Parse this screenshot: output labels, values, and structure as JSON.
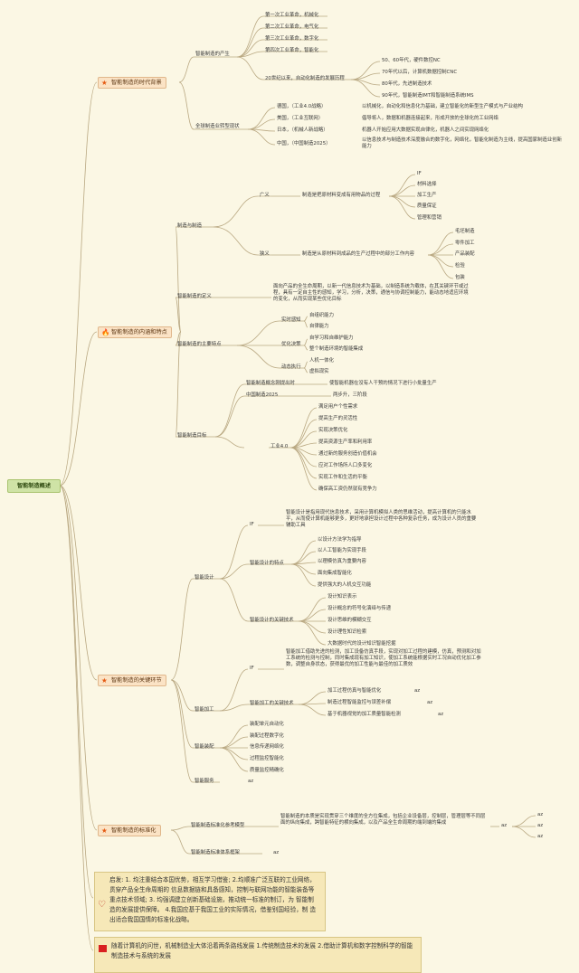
{
  "root": "智能制造概述",
  "s1": {
    "title": "智能制造的时代背景",
    "a": {
      "label": "智能制造的产生",
      "items": [
        "第一次工业革命，机械化",
        "第二次工业革命，电气化",
        "第三次工业革命，数字化",
        "第四次工业革命，智能化"
      ],
      "era": {
        "label": "20世纪以来，自动化制造的发展历程",
        "items": [
          "50、60年代，硬件数控NC",
          "70年代以后，计算机数据控制CNC",
          "80年代，先进制造技术",
          "90年代，智能制造IMT和智能制造系统IMS"
        ]
      }
    },
    "b": {
      "label": "全球制造业转型现状",
      "rows": [
        {
          "c": "德国，（工业4.0战略）",
          "d": "以机械化，自动化和信息化为基础，建立智能化的新型生产模式与产业结构"
        },
        {
          "c": "美国，（工业互联网）",
          "d": "倡导将人，数据和机器连接起来，形成开放的全球化的工业网络"
        },
        {
          "c": "日本，（机械人新战略）",
          "d": "机器人开始应用大数据实现自律化，机器人之间实现网络化"
        },
        {
          "c": "中国，（中国制造2025）",
          "d": "以信息技术与制造技术深度融合的数字化，网络化，智能化制造为主线，提高国家制造业创新能力"
        }
      ]
    }
  },
  "s2": {
    "title": "智能制造的内涵和特点",
    "a": {
      "label": "制造与制造",
      "broad": {
        "label": "广义",
        "desc": "制造是把原材料变成有用物品的过程",
        "items": [
          "IF",
          "材料选择",
          "加工生产",
          "质量保证",
          "管理和营销"
        ]
      },
      "narrow": {
        "label": "狭义",
        "desc": "制造是从原材料到成品的生产过程中的部分工作内容",
        "items": [
          "毛坯制造",
          "零件加工",
          "产品装配",
          "检验",
          "包装"
        ]
      }
    },
    "b": {
      "label": "智能制造的定义",
      "desc": "面向产品的全生命周期，以新一代信息技术为基础，以制造系统为载体，在其关键环节或过程，具有一定自主性的感知，学习，分析，决策，通信与协调控制能力，能动态地适应环境的变化，从而实现某些优化目标"
    },
    "c": {
      "label": "智能制造的主要特点",
      "groups": [
        {
          "label": "实时感知",
          "items": [
            "自组织能力",
            "自律能力"
          ]
        },
        {
          "label": "优化决策",
          "items": [
            "自学习和自维护能力",
            "整个制造环境的智能集成"
          ]
        },
        {
          "label": "动态执行",
          "items": [
            "人机一体化",
            "虚拟现实"
          ]
        }
      ]
    },
    "d": {
      "label": "智能制造目标",
      "r1": {
        "label": "智能制造概念刚提出时",
        "desc": "使智能机器在没有人干预的情况下进行小批量生产"
      },
      "r2": {
        "label": "中国制造2025",
        "desc": "两步升，三阶段"
      },
      "r3": {
        "label": "工业4.0",
        "items": [
          "满足用户个性需求",
          "提高生产的灵活性",
          "实现决策优化",
          "提高资源生产率和利用率",
          "通过新的服务创造价值机会",
          "应对工作场所人口多变化",
          "实现工作和生活的平衡",
          "确保高工资仍然就有竞争力"
        ]
      }
    }
  },
  "s3": {
    "title": "智能制造的关键环节",
    "a": {
      "label": "智能设计",
      "if_label": "IF",
      "if_desc": "智能设计是指用现代信息技术，采用计算机模拟人类的思维活动，提高计算机的只能水平，从而使计算机能够更多，更好地承担设计过程中各种复杂任务，成为设计人员的重要辅助工具",
      "f": {
        "label": "智能设计的特点",
        "items": [
          "以设计方法学为指导",
          "以人工智能为实现手段",
          "以理模仿真为重要内容",
          "面向集成智能化",
          "提供强大的人机交互功能"
        ]
      },
      "k": {
        "label": "智能设计的关键技术",
        "items": [
          "设计知识表示",
          "设计概念的符号化演绎与传递",
          "设计思维的模糊交互",
          "设计理性知识检索",
          "大数据时代的设计知识智能挖掘"
        ]
      }
    },
    "b": {
      "label": "智能加工",
      "if_label": "IF",
      "if_desc": "智能加工借助先进的检测，加工设备仿真手段，实现对加工过程的建模，仿真，预测和对加工系统的检测与控制，同时集成现有加工知识，使加工系统能根据实时工况自动优化加工参数，调整自身状态，获得最优的加工性能与最佳的加工质效",
      "k": {
        "label": "智能加工的关键技术",
        "items": [
          "加工过程仿真与智能优化",
          "制造过程智能监控与误差补偿",
          "基于机器视觉的加工质量智能检测"
        ],
        "tags": [
          "az",
          "az",
          "az"
        ]
      }
    },
    "c": {
      "label": "智能装配",
      "items": [
        "装配单元自动化",
        "装配过程数字化",
        "信息传递网络化",
        "过程监控智能化",
        "质量监控精确化"
      ]
    },
    "d": {
      "label": "智能服务",
      "tag": "az"
    }
  },
  "s4": {
    "title": "智能制造的标准化",
    "a": {
      "label": "智能制造标准化参考模型",
      "desc": "智能制造的本质是实现贯穿三个维度的全方位集成，包括企业设备层，控制层，管理层等不同层面的纵向集成，跨智能特征的横向集成，以及产品全生命周期的端到端的集成",
      "tag": "az",
      "ends": [
        "az",
        "az",
        "az"
      ]
    },
    "b": {
      "label": "智能制造标准体系框架",
      "tag": "az"
    }
  },
  "note": "启发: 1. 均注重结合本国优势，相互学习借鉴; 2.均顺准广泛互联的工业网络，贯穿产品全生命周期的 信息数据链和具备感知，控制与联网功能的智能装备等重点技术领域; 3. 均强调建立创新基础设施，推动统一标准的制订，为 智能制造的发展提供保障。 4.我国应基于我国工业的实际情况，借鉴别国经验，制 造出适合我国国情的标准化战略。",
  "banner": "随着计算机的问世，机械制造业大体沿着两条路线发展 1.传统制造技术的发展 2.借助计算机和数字控制科学的智能制造技术与系统的发展",
  "colors": {
    "line": "#b9a882",
    "root_bg": "#cfe3a6",
    "section_bg": "#fbe3c5",
    "note_bg": "#f6e8b8",
    "banner_flag": "#d92020"
  }
}
